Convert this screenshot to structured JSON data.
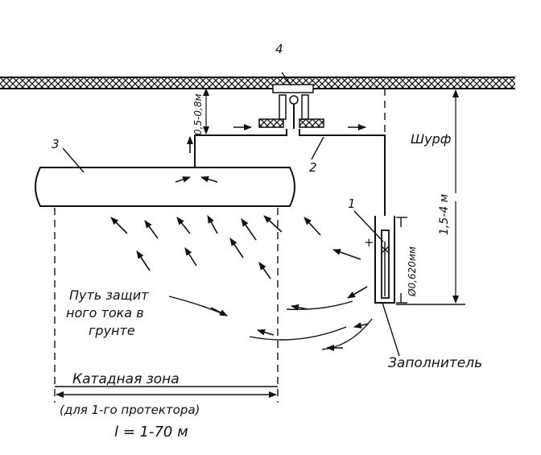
{
  "labels": {
    "num_1": "1",
    "num_2": "2",
    "num_3": "3",
    "num_4": "4",
    "shurf": "Шурф",
    "depth_top": "0,5-0,8м",
    "depth_side": "1,5-4 м",
    "diameter": "Ø0,620мм",
    "plus": "+",
    "filler": "Заполнитель",
    "current_path_1": "Путь защит",
    "current_path_2": "ного тока в",
    "current_path_3": "грунте",
    "cathode_zone": "Катадная зона",
    "per_protector": "(для 1-го протектора)",
    "length": "l = 1-70 м"
  }
}
